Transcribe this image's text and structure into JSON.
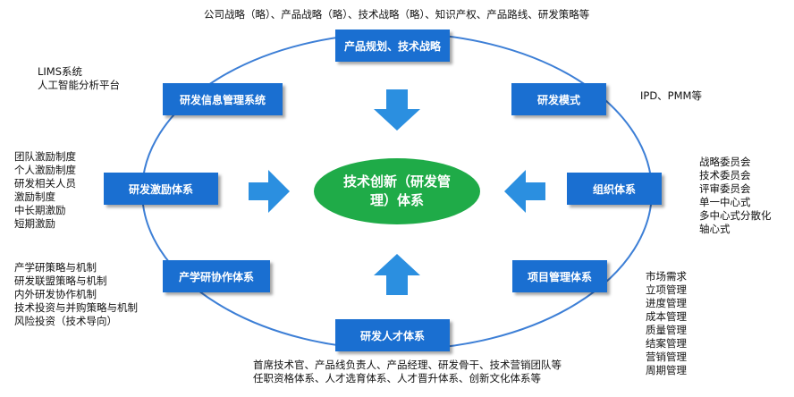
{
  "colors": {
    "box": "#1a6fd1",
    "center": "#1fab48",
    "arrow": "#2b8fe0",
    "ring": "#3d7fd6"
  },
  "top_note": "公司战略（略）、产品战略（略）、技术战略（略）、知识产权、产品路线、研发策略等",
  "center_label": "技术创新（研发管理）体系",
  "boxes": {
    "product_planning": "产品规划、技术战略",
    "rd_mode": "研发模式",
    "org_system": "组织体系",
    "project_mgmt": "项目管理体系",
    "rd_talent": "研发人才体系",
    "industry_collab": "产学研协作体系",
    "rd_incentive": "研发激励体系",
    "rd_info": "研发信息管理系统"
  },
  "notes": {
    "rd_info": [
      "LIMS系统",
      "人工智能分析平台"
    ],
    "rd_mode": "IPD、PMM等",
    "rd_incentive": [
      "团队激励制度",
      "个人激励制度",
      "研发相关人员",
      "激励制度",
      "中长期激励",
      "短期激励"
    ],
    "org_system": [
      "战略委员会",
      "技术委员会",
      "评审委员会",
      "单一中心式",
      "多中心式分散化",
      "轴心式"
    ],
    "industry_collab": [
      "产学研策略与机制",
      "研发联盟策略与机制",
      "内外研发协作机制",
      "技术投资与并购策略与机制",
      "风险投资（技术导向）"
    ],
    "project_mgmt": [
      "市场需求",
      "立项管理",
      "进度管理",
      "成本管理",
      "质量管理",
      "结案管理",
      "营销管理",
      "周期管理"
    ],
    "rd_talent": [
      "首席技术官、产品线负责人、产品经理、研发骨干、技术营销团队等",
      "任职资格体系、人才选育体系、人才晋升体系、创新文化体系等"
    ]
  }
}
